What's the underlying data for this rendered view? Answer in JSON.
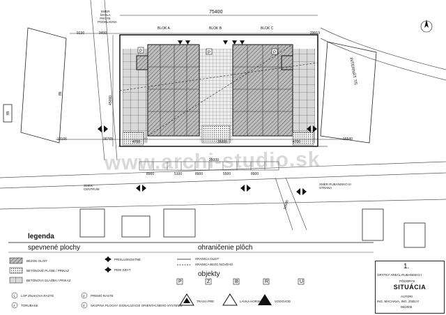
{
  "watermark": "www.archi-studio.sk",
  "dimensions": {
    "total": "75400",
    "d1": "9130",
    "d2": "9400",
    "d3": "23013",
    "d4": "12106",
    "d5": "36765",
    "d6": "16540",
    "d7": "4700",
    "d8": "35000",
    "d9": "4700",
    "side": "45090",
    "d10": "8900",
    "d11": "5100",
    "d12": "8900",
    "d13": "5500",
    "d14": "8900",
    "d15": "25000",
    "d16": "26500"
  },
  "blocks": {
    "a": "BLOK A",
    "b": "BLOK B",
    "c": "BLOK C"
  },
  "streets": {
    "top": "SMER ŠKOLA PROTE PODKLADNA",
    "left": "SMER CENTRUM",
    "right": "SMER RUBANISKO III STRANA",
    "right_bldg": "INTERNÁT 7/5"
  },
  "buildings": {
    "e": "E",
    "e2": "E"
  },
  "legend": {
    "title": "legenda",
    "paved": "spevnené plochy",
    "fence_title": "ohraničenie plôch",
    "objects_title": "objekty",
    "paved_items": [
      "BEZOK OLOIT",
      "BETÓNOVÉ PLÁNE / PRIKAZ",
      "BETÓNOVÁ DLAŽBA / PRIKAZ"
    ],
    "paved_items2": [
      "PRÍSLUŠNOSTNÉ",
      "PERI KRYT"
    ],
    "fence_items": [
      "HRANICA OLEIT",
      "HRANICA BEZO NOVÉHO"
    ],
    "objects": [
      "P",
      "Z",
      "B",
      "R",
      "U"
    ],
    "bottom_items": [
      "LOP ZNAKOVA RASTE",
      "TORUBASE",
      "PREMO RASTE",
      "SKUPINA PLOCHY SIGNALIZACIE ORIENTACNEHO SYSTEMU",
      "TRASA PRE",
      "LAVKA HORSKA",
      "VODOVOD"
    ],
    "numbers": [
      "1",
      "2",
      "3",
      "4"
    ]
  },
  "title_block": {
    "num": "1.",
    "line1": "ORYTKY AREÁL RUBANISKO I",
    "line2": "PÔDORYS",
    "title": "SITUÁCIA",
    "authors_label": "AUTORI",
    "authors": "ING. MACHAVA, ING. ZSÉLYI",
    "date": "06/2006"
  }
}
